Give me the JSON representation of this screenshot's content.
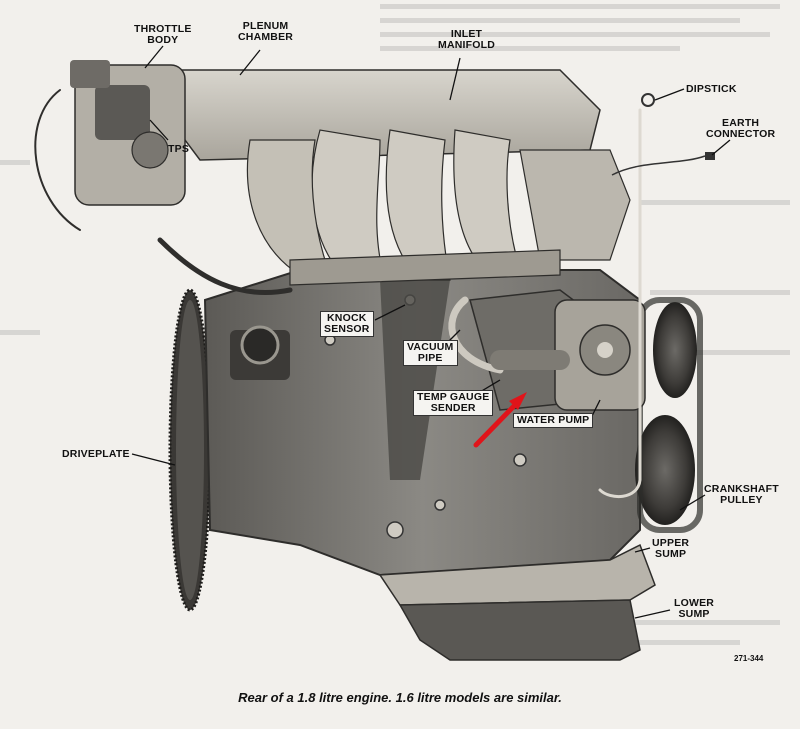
{
  "labels": {
    "throttle_body": "THROTTLE\nBODY",
    "plenum_chamber": "PLENUM\nCHAMBER",
    "inlet_manifold": "INLET\nMANIFOLD",
    "dipstick": "DIPSTICK",
    "earth_connector": "EARTH\nCONNECTOR",
    "tps": "TPS",
    "knock_sensor": "KNOCK\nSENSOR",
    "vacuum_pipe": "VACUUM\nPIPE",
    "temp_gauge_sender": "TEMP GAUGE\nSENDER",
    "water_pump": "WATER PUMP",
    "driveplate": "DRIVEPLATE",
    "crankshaft_pulley": "CRANKSHAFT\nPULLEY",
    "upper_sump": "UPPER\nSUMP",
    "lower_sump": "LOWER\nSUMP"
  },
  "figure_number": "271-344",
  "caption": "Rear of a 1.8 litre engine. 1.6 litre models are similar.",
  "colors": {
    "arrow": "#e0141a",
    "engine": "#8f8d88",
    "engine_dark": "#4a4845",
    "manifold": "#c9c5bc"
  }
}
